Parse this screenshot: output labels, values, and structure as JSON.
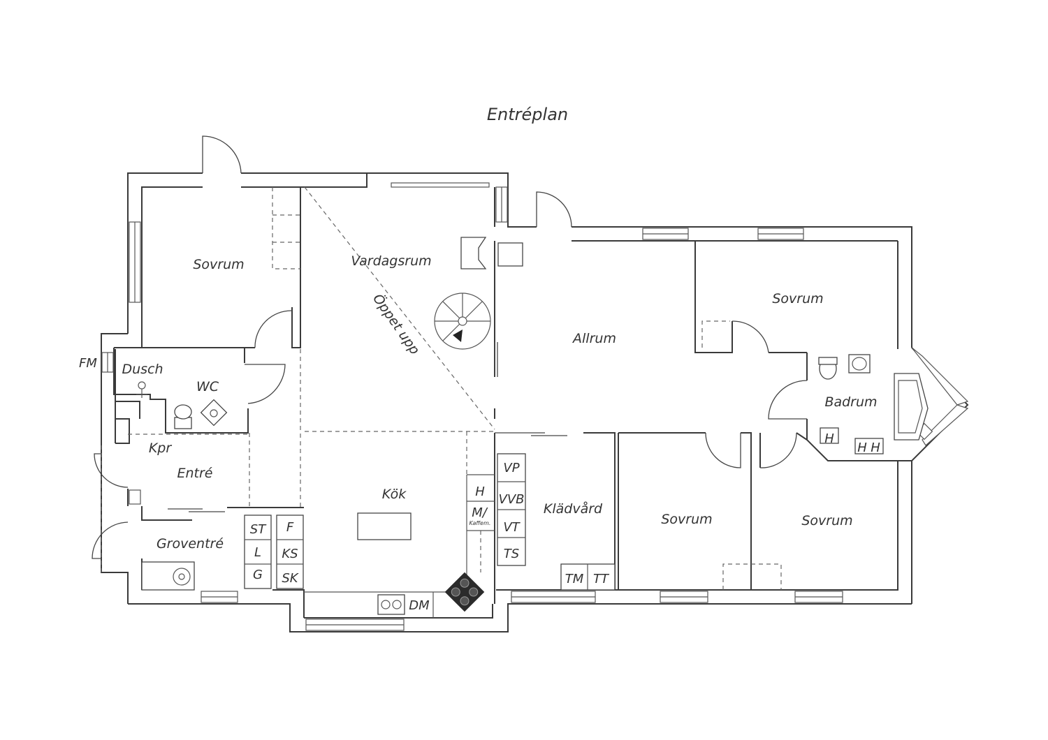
{
  "plan": {
    "title": "Entréplan",
    "rooms": {
      "sovrum_nw": "Sovrum",
      "vardagsrum": "Vardagsrum",
      "oppet_upp": "Öppet upp",
      "allrum": "Allrum",
      "sovrum_ne": "Sovrum",
      "dusch": "Dusch",
      "wc": "WC",
      "kpr": "Kpr",
      "entre": "Entré",
      "groventre": "Groventré",
      "kok": "Kök",
      "kladvard": "Klädvård",
      "badrum": "Badrum",
      "sovrum_s1": "Sovrum",
      "sovrum_s2": "Sovrum"
    },
    "fixtures": {
      "fm": "FM",
      "st": "ST",
      "l": "L",
      "g": "G",
      "f": "F",
      "ks": "KS",
      "sk": "SK",
      "h_kok": "H",
      "m_kok": "M/",
      "kaffem": "Kaffem.",
      "dm": "DM",
      "vp": "VP",
      "vvb": "VVB",
      "vt": "VT",
      "ts": "TS",
      "tm": "TM",
      "tt": "TT",
      "h_bad1": "H",
      "h_bad2": "H",
      "h_bad3": "H"
    }
  }
}
